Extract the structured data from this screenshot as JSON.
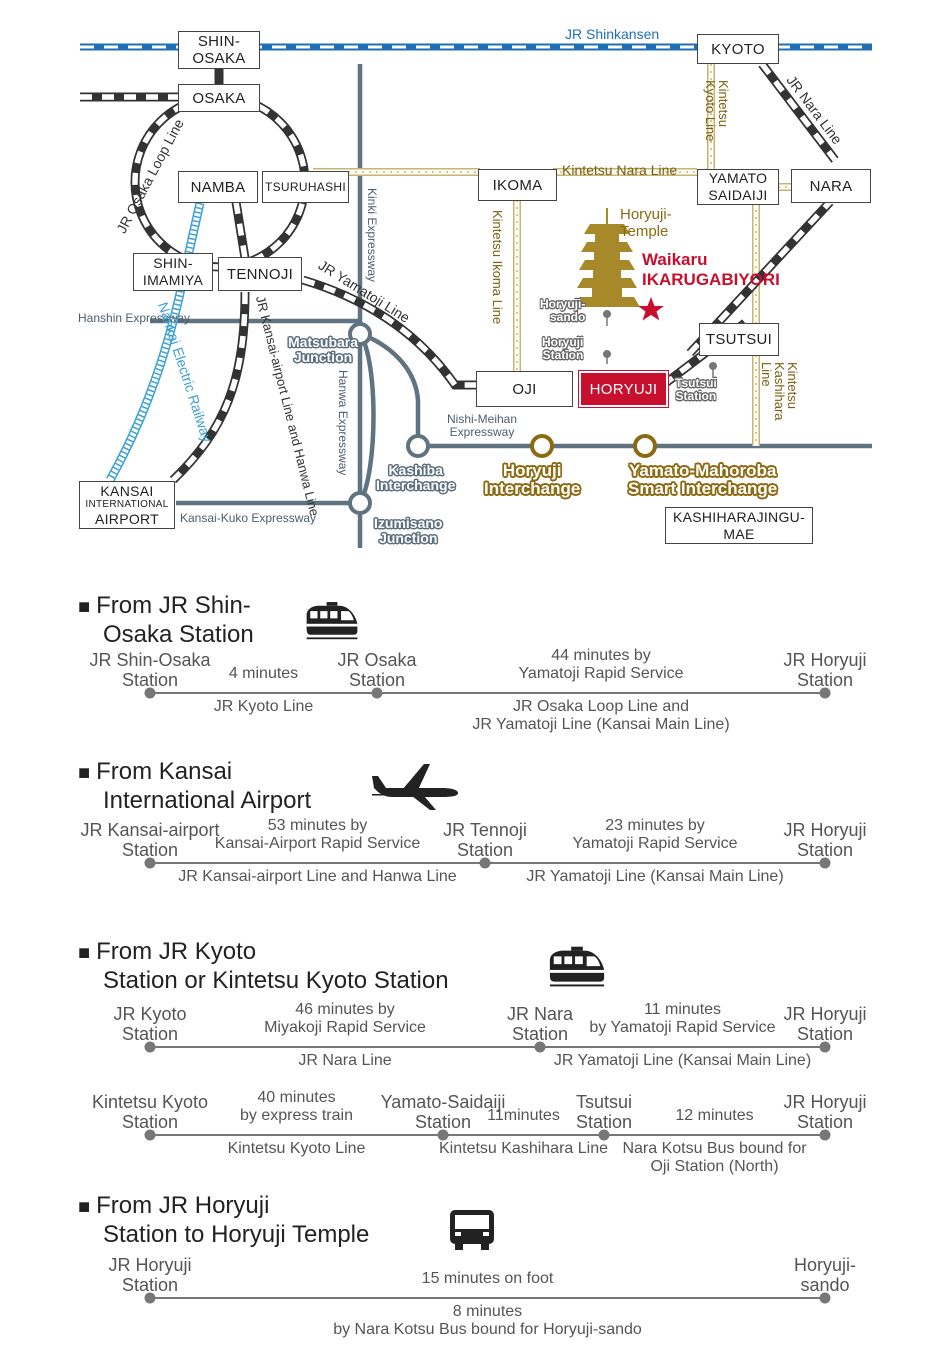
{
  "map": {
    "lines": {
      "shinkansen": "JR Shinkansen",
      "osaka_loop": "JR Osaka Loop Line",
      "nara_line": "JR Nara Line",
      "kintetsu_kyoto": "Kintetsu Kyoto Line",
      "kintetsu_nara": "Kintetsu Nara Line",
      "kintetsu_ikoma": "Kintetsu Ikoma Line",
      "kintetsu_kashihara": "Kintetsu Kashihara Line",
      "yamatoji": "JR Yamatoji Line",
      "kansai_airport": "JR Kansai-airport Line and Hanwa Line",
      "nankai": "Nankai Electric Railway",
      "kinki_exp": "Kinki Expressway",
      "hanwa_exp": "Hanwa Expressway",
      "hanshin_exp": "Hanshin Expressway",
      "nishi_meihan": "Nishi-Meihan Expressway",
      "kansai_kuko": "Kansai-Kuko Expressway"
    },
    "stations": {
      "shin_osaka": [
        "SHIN-",
        "OSAKA"
      ],
      "osaka": "OSAKA",
      "kyoto": "KYOTO",
      "namba": "NAMBA",
      "tsuruhashi": "TSURUHASHI",
      "ikoma": "IKOMA",
      "yamato_saidaiji": [
        "YAMATO",
        "SAIDAIJI"
      ],
      "nara": "NARA",
      "shin_imamiya": [
        "SHIN-",
        "IMAMIYA"
      ],
      "tennoji": "TENNOJI",
      "tsutsui": "TSUTSUI",
      "oji": "OJI",
      "horyuji": "HORYUJI",
      "kansai_airport": [
        "KANSAI",
        "INTERNATIONAL",
        "AIRPORT"
      ],
      "kashiharajingu": [
        "KASHIHARAJINGU-",
        "MAE"
      ]
    },
    "junctions": {
      "matsubara": [
        "Matsubara",
        "Junction"
      ],
      "kashiba": [
        "Kashiba",
        "Interchange"
      ],
      "izumisano": [
        "Izumisano",
        "Junction"
      ],
      "horyuji_ic": [
        "Horyuji",
        "Interchange"
      ],
      "yamato_mahoroba": [
        "Yamato-Mahoroba",
        "Smart Interchange"
      ]
    },
    "stops": {
      "horyuji_sando": [
        "Horyuji-",
        "sando"
      ],
      "horyuji_station": [
        "Horyuji",
        "Station"
      ],
      "tsutsui_station": [
        "Tsutsui",
        "Station"
      ]
    },
    "temple": [
      "Horyuji-",
      "Temple"
    ],
    "hotel": [
      "Waikaru",
      "IKARUGABIYORI"
    ],
    "colors": {
      "shinkansen": "#1f6fb5",
      "expressway": "#5f7380",
      "kintetsu": "#c8b46a",
      "hotel": "#c8102e",
      "nankai": "#3ba0d6",
      "pagoda": "#a8892a"
    }
  },
  "routes": [
    {
      "title": [
        "From JR Shin-",
        "Osaka Station"
      ],
      "icon": "train-icon",
      "rows": [
        {
          "stations": [
            [
              "JR Shin-Osaka",
              "Station"
            ],
            [
              "JR Osaka",
              "Station"
            ],
            [
              "JR Horyuji",
              "Station"
            ]
          ],
          "segments": [
            {
              "time": [
                "4 minutes"
              ],
              "line": [
                "JR Kyoto Line"
              ]
            },
            {
              "time": [
                "44 minutes by",
                "Yamatoji Rapid Service"
              ],
              "line": [
                "JR Osaka Loop Line and",
                "JR Yamatoji Line (Kansai Main Line)"
              ]
            }
          ]
        }
      ]
    },
    {
      "title": [
        "From Kansai",
        "International Airport"
      ],
      "icon": "airplane-icon",
      "rows": [
        {
          "stations": [
            [
              "JR Kansai-airport",
              "Station"
            ],
            [
              "JR Tennoji",
              "Station"
            ],
            [
              "JR Horyuji",
              "Station"
            ]
          ],
          "segments": [
            {
              "time": [
                "53 minutes by",
                "Kansai-Airport Rapid Service"
              ],
              "line": [
                "JR Kansai-airport Line and Hanwa Line"
              ]
            },
            {
              "time": [
                "23 minutes by",
                "Yamatoji Rapid Service"
              ],
              "line": [
                "JR Yamatoji Line (Kansai Main Line)"
              ]
            }
          ]
        }
      ]
    },
    {
      "title": [
        "From JR Kyoto",
        "Station or Kintetsu Kyoto Station"
      ],
      "icon": "train-icon",
      "rows": [
        {
          "stations": [
            [
              "JR Kyoto",
              "Station"
            ],
            [
              "JR Nara",
              "Station"
            ],
            [
              "JR Horyuji",
              "Station"
            ]
          ],
          "segments": [
            {
              "time": [
                "46 minutes by",
                "Miyakoji Rapid Service"
              ],
              "line": [
                "JR Nara Line"
              ]
            },
            {
              "time": [
                "11 minutes",
                "by Yamatoji Rapid Service"
              ],
              "line": [
                "JR Yamatoji Line (Kansai Main Line)"
              ]
            }
          ]
        },
        {
          "stations": [
            [
              "Kintetsu Kyoto",
              "Station"
            ],
            [
              "Yamato-Saidaiji",
              "Station"
            ],
            [
              "Tsutsui",
              "Station"
            ],
            [
              "JR Horyuji",
              "Station"
            ]
          ],
          "segments": [
            {
              "time": [
                "40 minutes",
                "by express train"
              ],
              "line": [
                "Kintetsu Kyoto Line"
              ]
            },
            {
              "time": [
                "11minutes"
              ],
              "line": [
                "Kintetsu Kashihara Line"
              ]
            },
            {
              "time": [
                "12 minutes"
              ],
              "line": [
                "Nara Kotsu Bus bound for",
                "Oji Station (North)"
              ]
            }
          ]
        }
      ]
    },
    {
      "title": [
        "From JR Horyuji",
        "Station to Horyuji Temple"
      ],
      "icon": "bus-icon",
      "rows": [
        {
          "stations": [
            [
              "JR Horyuji",
              "Station"
            ],
            [
              "Horyuji-",
              "sando"
            ]
          ],
          "segments": [
            {
              "time": [
                "15 minutes on foot"
              ],
              "line": [
                "8 minutes",
                "by Nara Kotsu Bus bound for Horyuji-sando"
              ]
            }
          ]
        }
      ]
    }
  ]
}
